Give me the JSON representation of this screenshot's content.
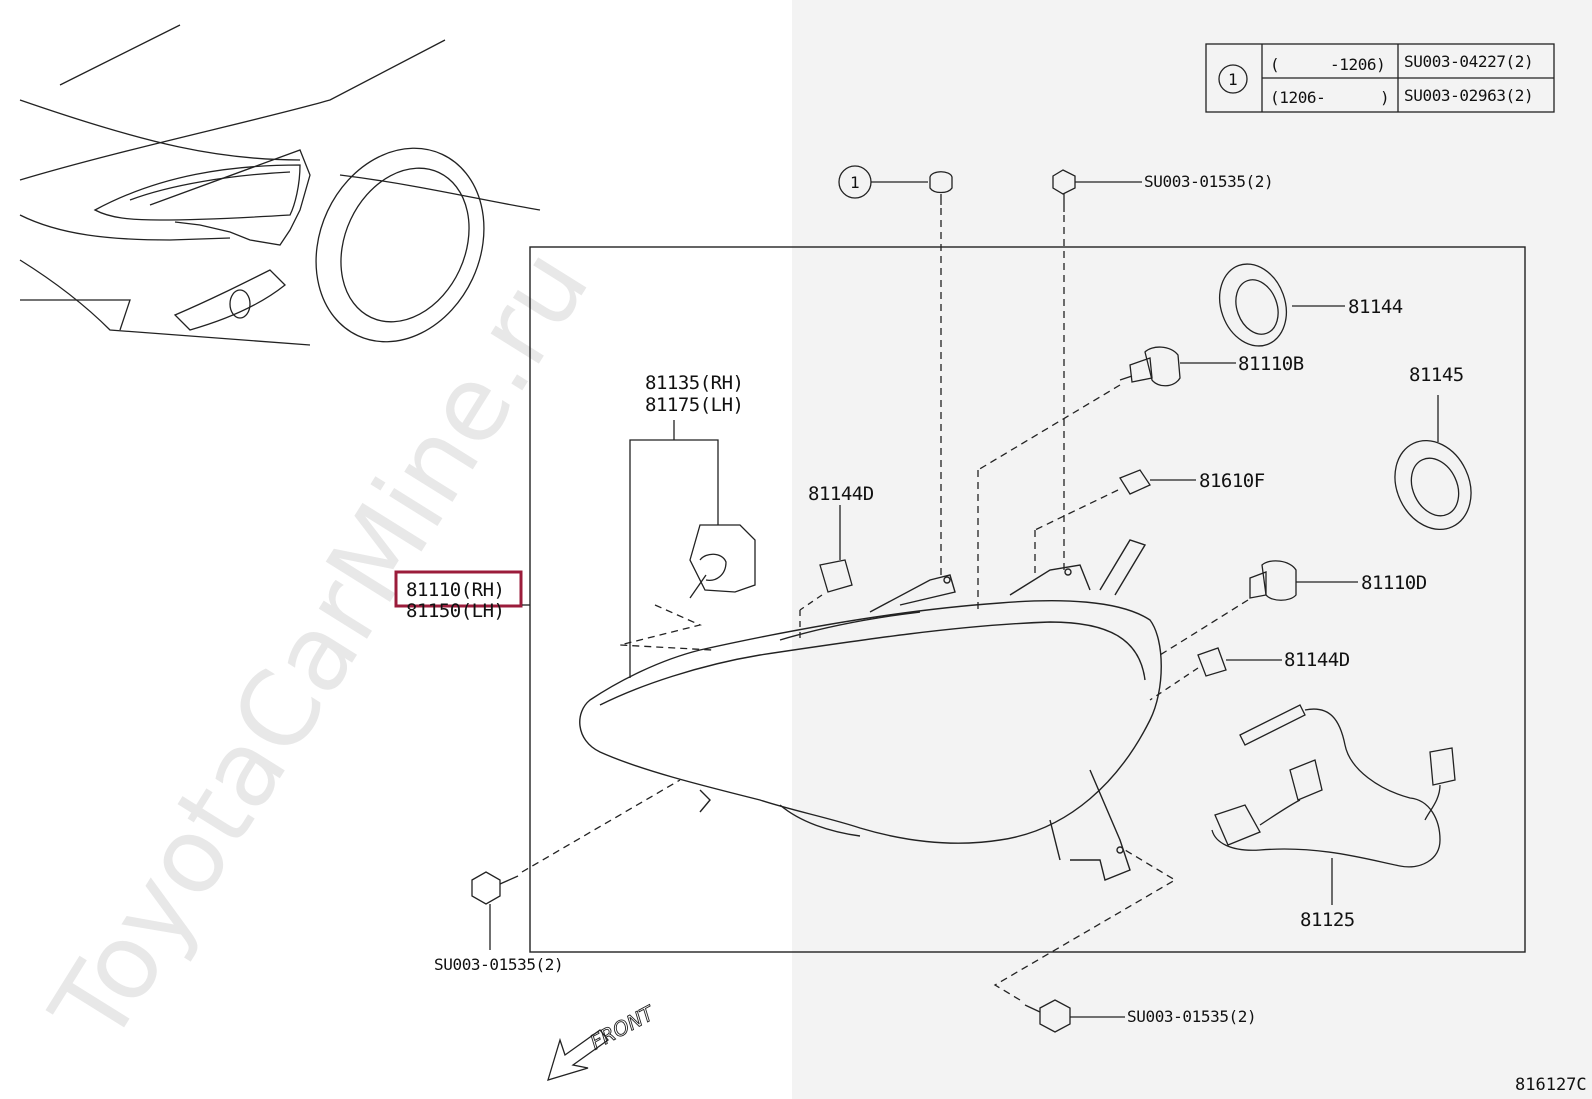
{
  "watermark": "ToyotaCarMine.ru",
  "diagram_code": "816127C",
  "front_label": "FRONT",
  "reference_table": {
    "marker": "1",
    "rows": [
      {
        "range_open": "(",
        "range_value": "-1206)",
        "part": "SU003-04227(2)"
      },
      {
        "range_open": "(1206-",
        "range_value": ")",
        "part": "SU003-02963(2)"
      }
    ]
  },
  "labels": {
    "bolt_top": "SU003-01535(2)",
    "clip_marker": "1",
    "p81144": "81144",
    "p81110b": "81110B",
    "p81145": "81145",
    "p81135": "81135(RH)",
    "p81175": "81175(LH)",
    "p81144d_left": "81144D",
    "p81610f": "81610F",
    "p81110d": "81110D",
    "p81144d_right": "81144D",
    "p81110_rh": "81110(RH)",
    "p81150_lh": "81150(LH)",
    "p81125": "81125",
    "bolt_left": "SU003-01535(2)",
    "bolt_bottom": "SU003-01535(2)"
  },
  "colors": {
    "highlight": "#9b1c3b",
    "line": "#222222",
    "shade": "#f3f3f3"
  }
}
